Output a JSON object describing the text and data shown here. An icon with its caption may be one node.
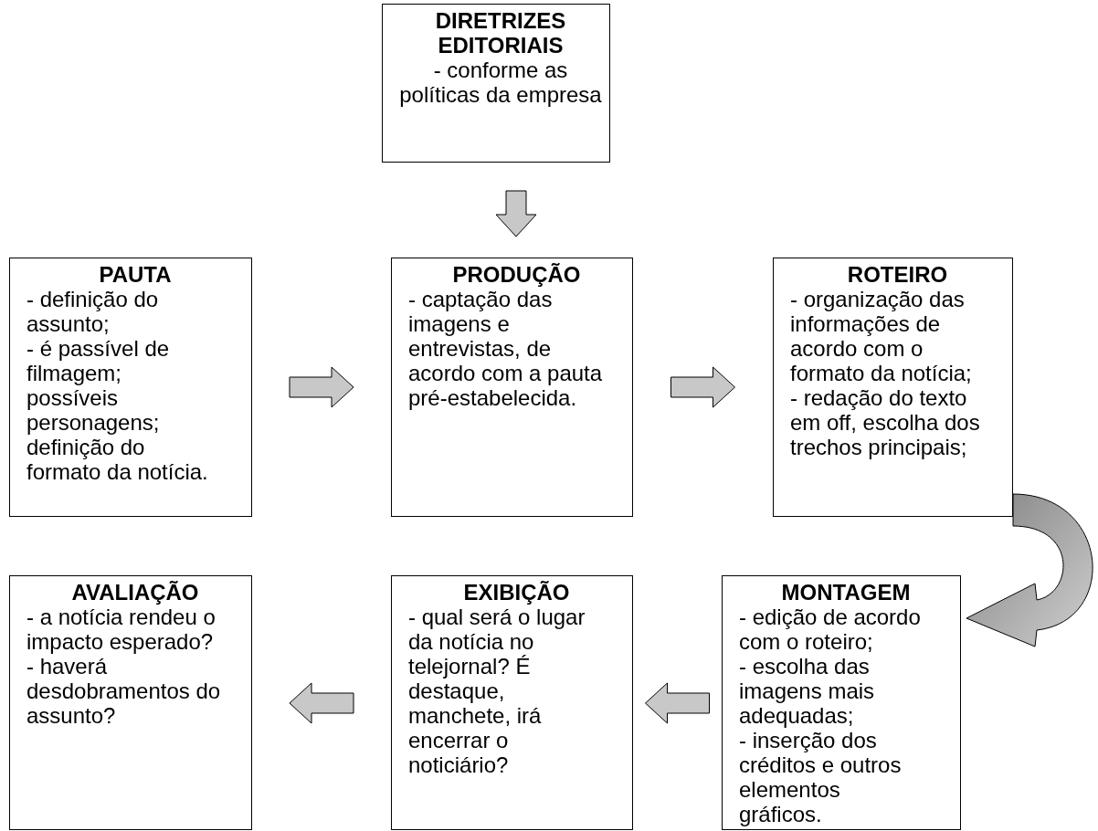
{
  "diagram": {
    "nodes": [
      {
        "text": [
          "DIRETRIZES EDITORIAIS",
          "- conforme as políticas da empresa"
        ]
      },
      {
        "text": [
          "PAUTA",
          "- definição do assunto;",
          "- é passível de filmagem; possíveis personagens; definição do formato da notícia."
        ]
      },
      {
        "text": [
          "PRODUÇÃO",
          "- captação das imagens e entrevistas, de acordo com a pauta pré-estabelecida."
        ]
      },
      {
        "text": [
          "ROTEIRO",
          "- organização das informações de acordo com o formato da notícia;",
          "- redação do texto em off, escolha dos trechos principais;"
        ]
      },
      {
        "text": [
          "MONTAGEM",
          "- edição de acordo com o roteiro;",
          "- escolha das imagens mais adequadas;",
          "- inserção dos créditos e outros elementos gráficos."
        ]
      },
      {
        "text": [
          "EXIBIÇÃO",
          "- qual será o lugar da notícia no telejornal? É destaque, manchete, irá encerrar o noticiário?"
        ]
      },
      {
        "text": [
          "AVALIAÇÃO",
          "- a notícia rendeu o impacto esperado?",
          "- haverá desdobramentos do assunto?"
        ]
      }
    ],
    "edges": [
      {
        "from": 0,
        "to": 2,
        "arrow": "to"
      },
      {
        "from": 1,
        "to": 2,
        "arrow": "to"
      },
      {
        "from": 2,
        "to": 3,
        "arrow": "to"
      },
      {
        "from": 3,
        "to": 4,
        "arrow": "to"
      },
      {
        "from": 4,
        "to": 5,
        "arrow": "to"
      },
      {
        "from": 5,
        "to": 6,
        "arrow": "to"
      }
    ]
  }
}
